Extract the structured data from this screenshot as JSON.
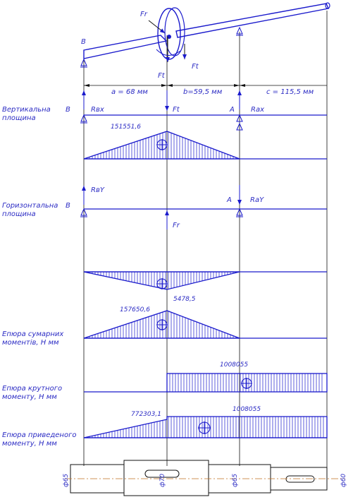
{
  "forces": {
    "ft_top": "Ft",
    "fr_top": "Fr",
    "ft_side": "Ft",
    "ft_mid": "Ft",
    "ft_vert": "Ft",
    "fr_horiz": "Fr"
  },
  "supports": {
    "b_shaft": "B",
    "b_vert": "B",
    "a_vert": "A",
    "b_horiz": "B",
    "a_horiz": "A",
    "rbx": "Rвх",
    "rax": "Rах",
    "rby": "RвY",
    "ray": "RаY"
  },
  "dimensions": {
    "a": "a = 68 мм",
    "b": "b=59,5 мм",
    "c": "c = 115,5 мм"
  },
  "titles": {
    "vertical": [
      "Вертикальна",
      "площина"
    ],
    "horizontal": [
      "Горизонтальна",
      "площина"
    ],
    "total": [
      "Епюра сумарних",
      "моментів, Н мм"
    ],
    "torque": [
      "Епюра крутного",
      "моменту, Н мм"
    ],
    "reduced": [
      "Епюра приведеного",
      "моменту, Н мм"
    ]
  },
  "values": {
    "m_vert": "151551,6",
    "m_horiz": "5478,5",
    "m_total": "157650,6",
    "torque": "1008055",
    "reduced_left": "772303,1",
    "reduced_right": "1008055"
  },
  "shaft": {
    "d1": "ф65",
    "d2": "ф70",
    "d3": "ф65",
    "d4": "ф60"
  },
  "colors": {
    "drawing": "#1a1acc",
    "text": "#2c2cc4",
    "outline": "#111111"
  }
}
